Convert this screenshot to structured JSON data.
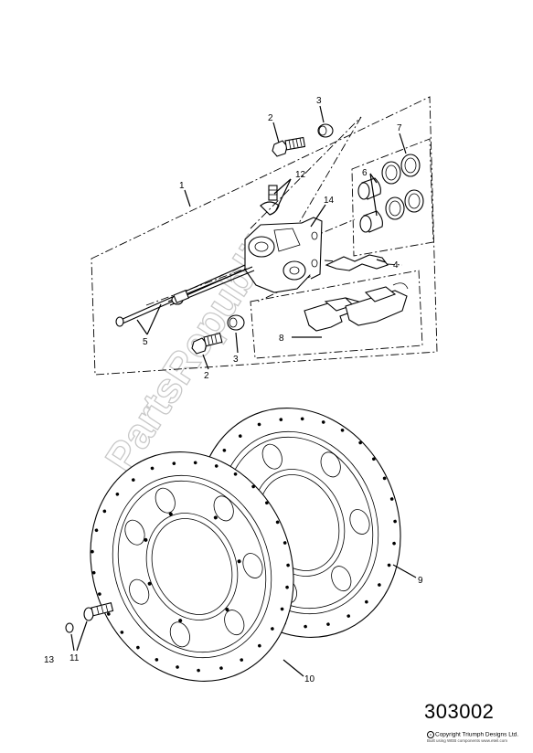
{
  "watermark": "PartsRepublik",
  "reference_number": "303002",
  "copyright": "Copyright Triumph Designs Ltd.",
  "built_with": "Built using WEB components www.eteil.com",
  "callouts": {
    "c1": "1",
    "c2a": "2",
    "c2b": "2",
    "c3a": "3",
    "c3b": "3",
    "c4": "4",
    "c5": "5",
    "c6": "6",
    "c7": "7",
    "c8": "8",
    "c9": "9",
    "c10": "10",
    "c11": "11",
    "c12": "12",
    "c13": "13",
    "c14": "14"
  }
}
